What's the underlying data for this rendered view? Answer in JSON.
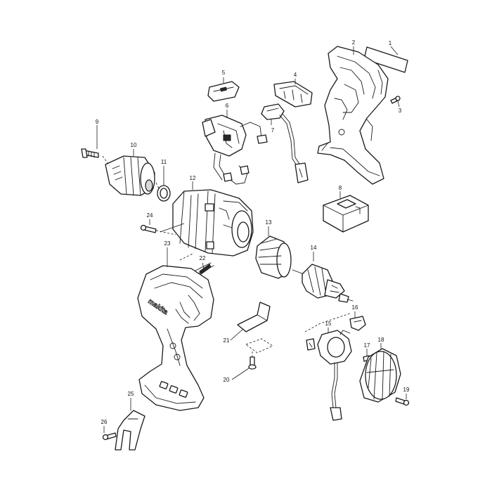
{
  "diagram": {
    "brand_text": "makita",
    "callouts": [
      {
        "id": "1",
        "label": "1"
      },
      {
        "id": "2",
        "label": "2"
      },
      {
        "id": "3",
        "label": "3"
      },
      {
        "id": "4",
        "label": "4"
      },
      {
        "id": "5",
        "label": "5"
      },
      {
        "id": "6",
        "label": "6"
      },
      {
        "id": "7",
        "label": "7"
      },
      {
        "id": "8",
        "label": "8"
      },
      {
        "id": "9",
        "label": "9"
      },
      {
        "id": "10",
        "label": "10"
      },
      {
        "id": "11",
        "label": "11"
      },
      {
        "id": "12",
        "label": "12"
      },
      {
        "id": "13",
        "label": "13"
      },
      {
        "id": "14",
        "label": "14"
      },
      {
        "id": "15",
        "label": "15"
      },
      {
        "id": "16",
        "label": "16"
      },
      {
        "id": "17",
        "label": "17"
      },
      {
        "id": "18",
        "label": "18"
      },
      {
        "id": "19",
        "label": "19"
      },
      {
        "id": "20",
        "label": "20"
      },
      {
        "id": "21",
        "label": "21"
      },
      {
        "id": "22",
        "label": "22"
      },
      {
        "id": "23",
        "label": "23"
      },
      {
        "id": "24",
        "label": "24"
      },
      {
        "id": "25",
        "label": "25"
      },
      {
        "id": "26",
        "label": "26"
      }
    ]
  }
}
